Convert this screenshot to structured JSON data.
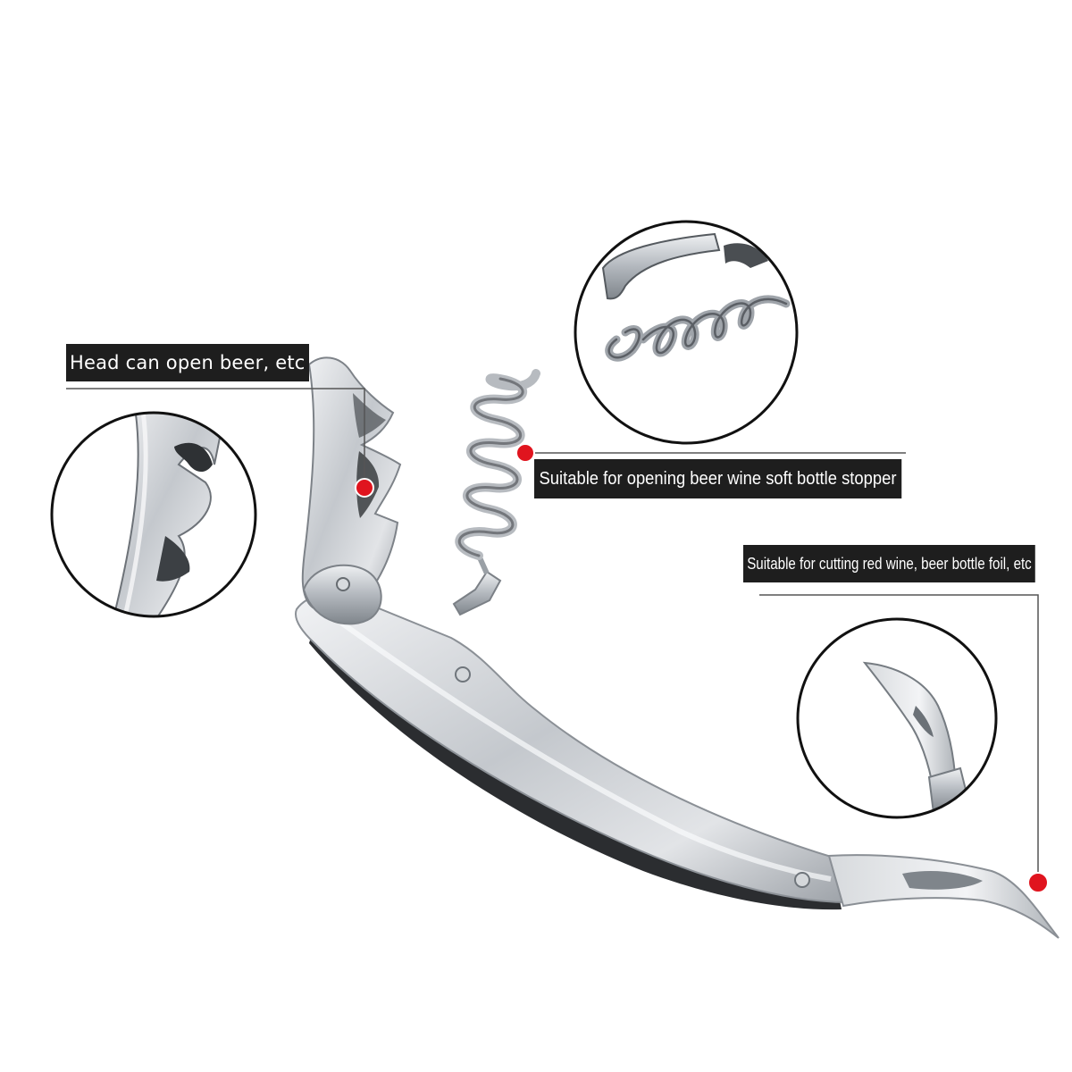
{
  "callouts": {
    "head": {
      "label": "Head can open beer, etc"
    },
    "corkscrew": {
      "label": "Suitable for opening beer wine soft bottle stopper"
    },
    "knife": {
      "label": "Suitable for cutting red wine, beer bottle foil, etc"
    }
  },
  "colors": {
    "label_background": "#1e1e1e",
    "label_text": "#ffffff",
    "marker": "#e0141e",
    "leader_line": "#555555",
    "steel_light": "#e4e6e9",
    "steel_mid": "#b9bdc2",
    "steel_dark": "#6e7378",
    "background": "#ffffff"
  },
  "icons": {
    "tool": "waiters-corkscrew",
    "detail_head": "bottle-opener-hook",
    "detail_corkscrew": "corkscrew-spiral",
    "detail_knife": "foil-cutter-blade"
  }
}
